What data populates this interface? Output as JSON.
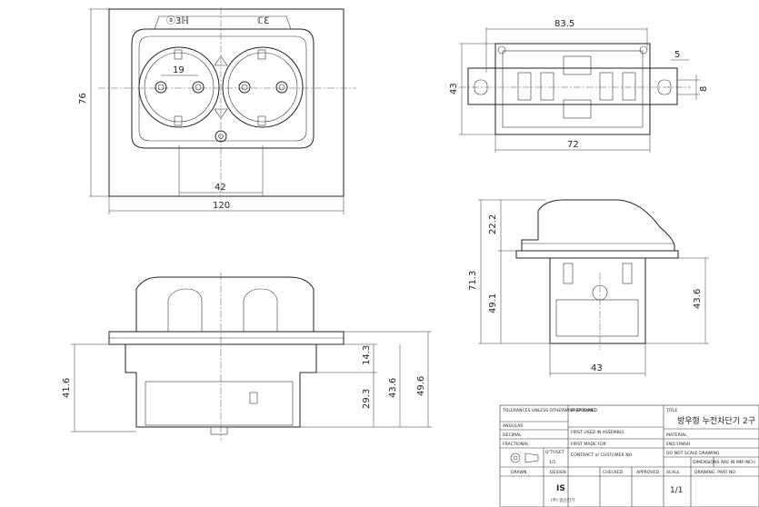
{
  "front_view": {
    "dim_width_outer": "120",
    "dim_height": "76",
    "dim_pin_pitch": "19",
    "dim_hole_span": "42",
    "mark_left": "ⓐ3ℍ",
    "mark_right": "ℂℇ"
  },
  "top_view": {
    "dim_overall": "83.5",
    "dim_body": "72",
    "dim_height": "43",
    "dim_tab": "5",
    "dim_slot": "8"
  },
  "side_view": {
    "dim_cover": "22.2",
    "dim_total": "71.3",
    "dim_body": "49.1",
    "dim_box": "43.6",
    "dim_width": "43"
  },
  "bottom_view": {
    "dim_left": "41.6",
    "dim_a": "14.3",
    "dim_b": "29.3",
    "dim_c": "43.6",
    "dim_d": "49.6"
  },
  "title_block": {
    "tolerances": "TOLERANCES UNLESS OTHERWISE SPECIFIED",
    "angular": "ANGULAR",
    "decimal": "DECIMAL",
    "fractional": "FRACTIONAL",
    "qty_set": "Q'TY/SET",
    "qty_value": "1/1",
    "part_name": "PART NAME",
    "first_used": "FIRST USED IN ASSEMBLY",
    "first_made": "FIRST MADE FOR",
    "contract": "CONTRACT or CUSTOMER NO",
    "title_label": "TITLE",
    "title_value": "방우형 누전차단기 2구",
    "material": "MATERIAL",
    "end_finish": "END FINISH",
    "do_not_scale": "DO NOT SCALE DRAWING",
    "dimensions_note": "DIMENSIONS ARE IN MM INCH",
    "drawn": "DRAWN",
    "design": "DESIGN",
    "checked": "CHECKED",
    "approved": "APPROVED",
    "scale": "SCALE",
    "scale_value": "1/1",
    "drawing_part_no": "DRAWING. PART NO",
    "company_logo": "IS",
    "company_name": "(주) 일신전기"
  }
}
